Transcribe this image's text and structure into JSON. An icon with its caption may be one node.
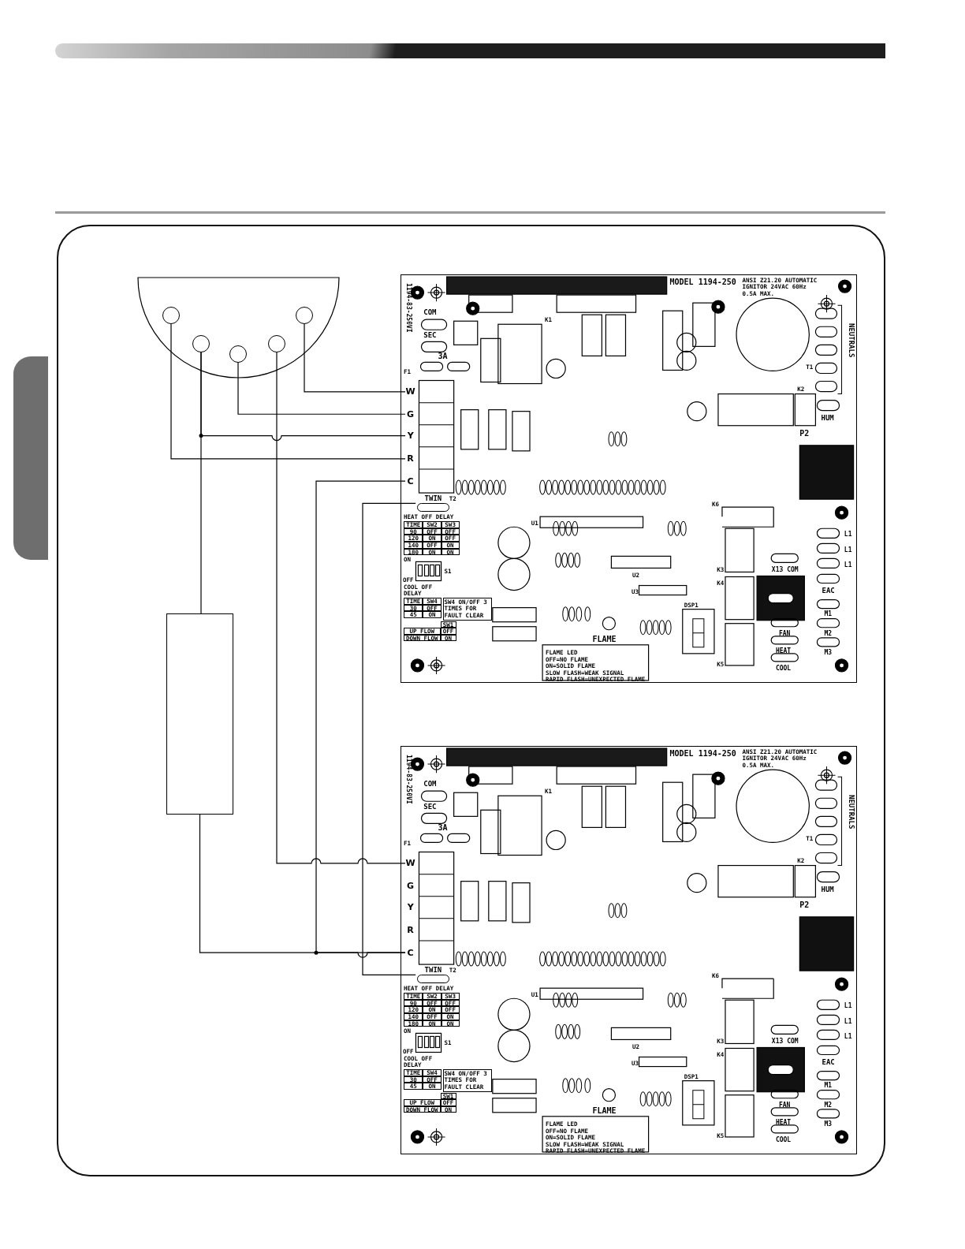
{
  "diagram": {
    "nodes": [
      {
        "text": [],
        "shape": "semicircle"
      },
      {
        "text": [],
        "shape": "circle",
        "in": 0
      },
      {
        "text": [],
        "shape": "circle",
        "in": 0
      },
      {
        "text": [],
        "shape": "circle",
        "in": 0
      },
      {
        "text": [],
        "shape": "circle",
        "in": 0
      },
      {
        "text": [],
        "shape": "circle",
        "in": 0
      },
      {
        "text": [],
        "shape": "box"
      },
      {
        "text": [],
        "shape": "box"
      },
      {
        "text": [
          "W"
        ],
        "in": 7
      },
      {
        "text": [
          "G"
        ],
        "in": 7
      },
      {
        "text": [
          "Y"
        ],
        "in": 7
      },
      {
        "text": [
          "R"
        ],
        "in": 7
      },
      {
        "text": [
          "C"
        ],
        "in": 7
      },
      {
        "text": [
          "TWIN"
        ],
        "in": 7
      },
      {
        "text": [],
        "shape": "box"
      },
      {
        "text": [
          "W"
        ],
        "in": 14
      },
      {
        "text": [
          "G"
        ],
        "in": 14
      },
      {
        "text": [
          "Y"
        ],
        "in": 14
      },
      {
        "text": [
          "R"
        ],
        "in": 14
      },
      {
        "text": [
          "C"
        ],
        "in": 14
      },
      {
        "text": [
          "TWIN"
        ],
        "in": 14
      },
      {
        "text": [],
        "shape": "box"
      }
    ],
    "edges": [
      {
        "from": 5,
        "to": 8,
        "arrow": "none"
      },
      {
        "from": 3,
        "to": 9,
        "arrow": "none"
      },
      {
        "from": 2,
        "to": 10,
        "arrow": "none"
      },
      {
        "from": 1,
        "to": 11,
        "arrow": "none"
      },
      {
        "from": 2,
        "to": 6,
        "arrow": "none"
      },
      {
        "from": 4,
        "to": 15,
        "arrow": "none"
      },
      {
        "from": 12,
        "to": 19,
        "arrow": "none"
      },
      {
        "from": 6,
        "to": 19,
        "arrow": "none"
      },
      {
        "from": 13,
        "to": 20,
        "arrow": "none"
      }
    ],
    "labels": [
      "1194-83-250VI",
      "MODEL 1194-250",
      "ANSI Z21.20 AUTOMATIC IGNITOR 24VAC 60Hz 0.5A MAX.",
      "COM",
      "SEC",
      "3A",
      "F1",
      "T2",
      "K1",
      "T1",
      "K2",
      "NEUTRALS",
      "HUM",
      "P2",
      "L1",
      "L1",
      "L1",
      "X13 COM",
      "EAC",
      "M1",
      "M2",
      "M3",
      "FAN",
      "HEAT",
      "COOL",
      "HEAT OFF DELAY",
      "TIME",
      "SW2",
      "SW3",
      "90",
      "OFF",
      "OFF",
      "120",
      "ON",
      "OFF",
      "140",
      "OFF",
      "ON",
      "180",
      "ON",
      "ON",
      "ON",
      "OFF",
      "S1",
      "COOL OFF DELAY",
      "TIME",
      "SW4",
      "30",
      "OFF",
      "45",
      "ON",
      "SW4 ON/OFF 3 TIMES FOR FAULT CLEAR",
      "SW1",
      "UP FLOW",
      "OFF",
      "DOWN FLOW",
      "ON",
      "DSP1",
      "FLAME",
      "FLAME LED",
      "OFF=NO FLAME",
      "ON=SOLID FLAME",
      "SLOW FLASH=WEAK SIGNAL",
      "RAPID FLASH=UNEXPECTED FLAME",
      "K3",
      "K4",
      "K5",
      "K6",
      "U1",
      "U2",
      "U3",
      "1194-83-250VI",
      "MODEL 1194-250",
      "ANSI Z21.20 AUTOMATIC IGNITOR 24VAC 60Hz 0.5A MAX.",
      "COM",
      "SEC",
      "3A",
      "F1",
      "T2",
      "K1",
      "T1",
      "K2",
      "NEUTRALS",
      "HUM",
      "P2",
      "L1",
      "L1",
      "L1",
      "X13 COM",
      "EAC",
      "M1",
      "M2",
      "M3",
      "FAN",
      "HEAT",
      "COOL",
      "HEAT OFF DELAY",
      "TIME",
      "SW2",
      "SW3",
      "90",
      "OFF",
      "OFF",
      "120",
      "ON",
      "OFF",
      "140",
      "OFF",
      "ON",
      "180",
      "ON",
      "ON",
      "ON",
      "OFF",
      "S1",
      "COOL OFF DELAY",
      "TIME",
      "SW4",
      "30",
      "OFF",
      "45",
      "ON",
      "SW4 ON/OFF 3 TIMES FOR FAULT CLEAR",
      "SW1",
      "UP FLOW",
      "OFF",
      "DOWN FLOW",
      "ON",
      "DSP1",
      "FLAME",
      "FLAME LED",
      "OFF=NO FLAME",
      "ON=SOLID FLAME",
      "SLOW FLASH=WEAK SIGNAL",
      "RAPID FLASH=UNEXPECTED FLAME",
      "K3",
      "K4",
      "K5",
      "K6",
      "U1",
      "U2",
      "U3"
    ]
  }
}
